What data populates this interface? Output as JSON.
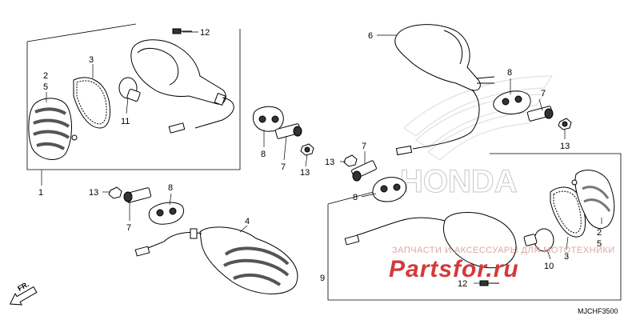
{
  "diagram": {
    "code": "MJCHF3500",
    "front_marker": "FR.",
    "watermark": {
      "line1": "ЗАПЧАСТИ И АКСЕССУАРЫ ДЛЯ МОТОТЕХНИКИ",
      "line2": "Partsfor.ru"
    },
    "brand_logo": "HONDA",
    "callouts": {
      "a12": "12",
      "a3": "3",
      "a2": "2",
      "a5": "5",
      "a11": "11",
      "a1": "1",
      "b8": "8",
      "b7": "7",
      "b13": "13",
      "c13": "13",
      "c7": "7",
      "c8": "8",
      "c4": "4",
      "d6": "6",
      "d8": "8",
      "d7": "7",
      "d13": "13",
      "e7": "7",
      "e13": "13",
      "e8": "8",
      "f2": "2",
      "f5": "5",
      "f3": "3",
      "f10": "10",
      "f12": "12",
      "f9": "9"
    }
  }
}
